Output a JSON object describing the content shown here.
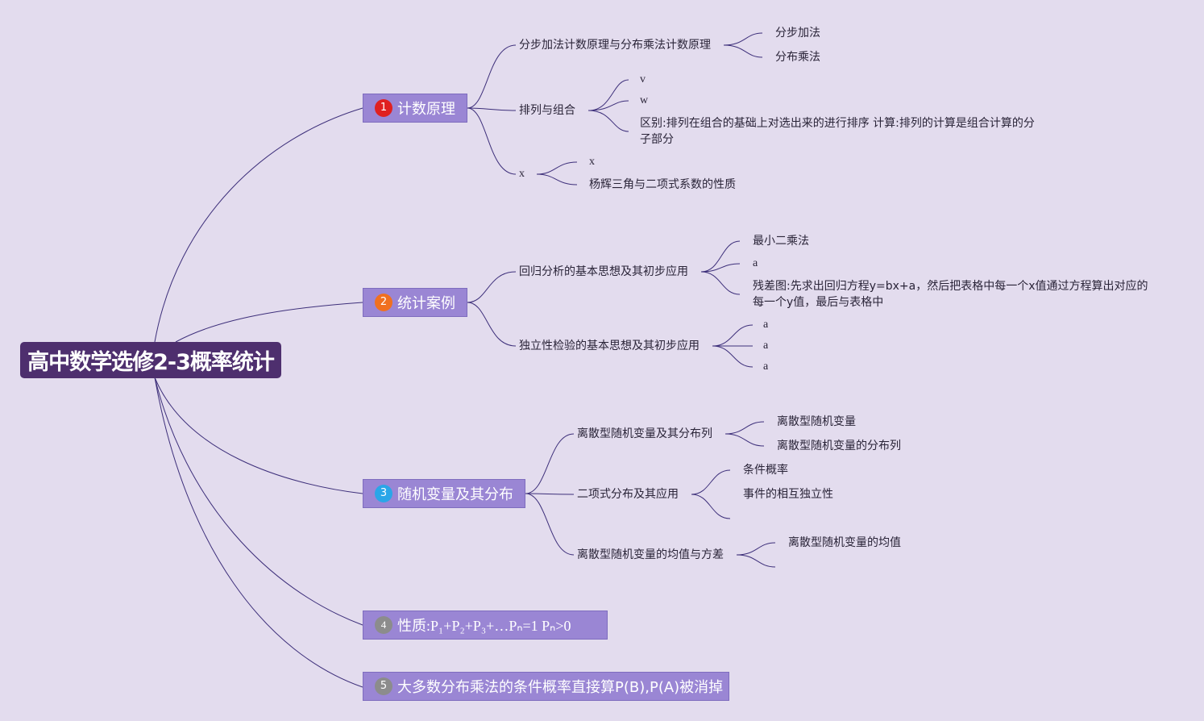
{
  "root": "高中数学选修2-3概率统计",
  "branches": [
    {
      "num": "1",
      "label": "计数原理",
      "badge_color": "#e02020"
    },
    {
      "num": "2",
      "label": "统计案例",
      "badge_color": "#f07020"
    },
    {
      "num": "3",
      "label": "随机变量及其分布",
      "badge_color": "#2aa6e8"
    },
    {
      "num": "4",
      "label": "性质:P₁+P₂+P₃+…Pₙ=1 Pₙ>0",
      "badge_color": "#8c8c8c"
    },
    {
      "num": "5",
      "label": "大多数分布乘法的条件概率直接算P(B),P(A)被消掉",
      "badge_color": "#8c8c8c"
    }
  ],
  "b1": {
    "c1": {
      "label": "分步加法计数原理与分布乘法计数原理",
      "items": [
        "分步加法",
        "分布乘法"
      ]
    },
    "c2": {
      "label": "排列与组合",
      "items": [
        "v",
        "w",
        "区别:排列在组合的基础上对选出来的进行排序 计算:排列的计算是组合计算的分子部分"
      ]
    },
    "c3": {
      "label": "x",
      "items": [
        "x",
        "杨辉三角与二项式系数的性质"
      ]
    }
  },
  "b2": {
    "c1": {
      "label": "回归分析的基本思想及其初步应用",
      "items": [
        "最小二乘法",
        "a",
        "残差图:先求出回归方程y=bx+a，然后把表格中每一个x值通过方程算出对应的每一个y值，最后与表格中"
      ]
    },
    "c2": {
      "label": "独立性检验的基本思想及其初步应用",
      "items": [
        "a",
        "a",
        "a"
      ]
    }
  },
  "b3": {
    "c1": {
      "label": "离散型随机变量及其分布列",
      "items": [
        "离散型随机变量",
        "离散型随机变量的分布列"
      ]
    },
    "c2": {
      "label": "二项式分布及其应用",
      "items": [
        "条件概率",
        "事件的相互独立性"
      ]
    },
    "c3": {
      "label": "离散型随机变量的均值与方差",
      "items": [
        "离散型随机变量的均值"
      ]
    }
  },
  "colors": {
    "background": "#e3dcee",
    "root": "#4e2f6e",
    "branch": "#9a86d4",
    "line": "#3d2f7a"
  }
}
